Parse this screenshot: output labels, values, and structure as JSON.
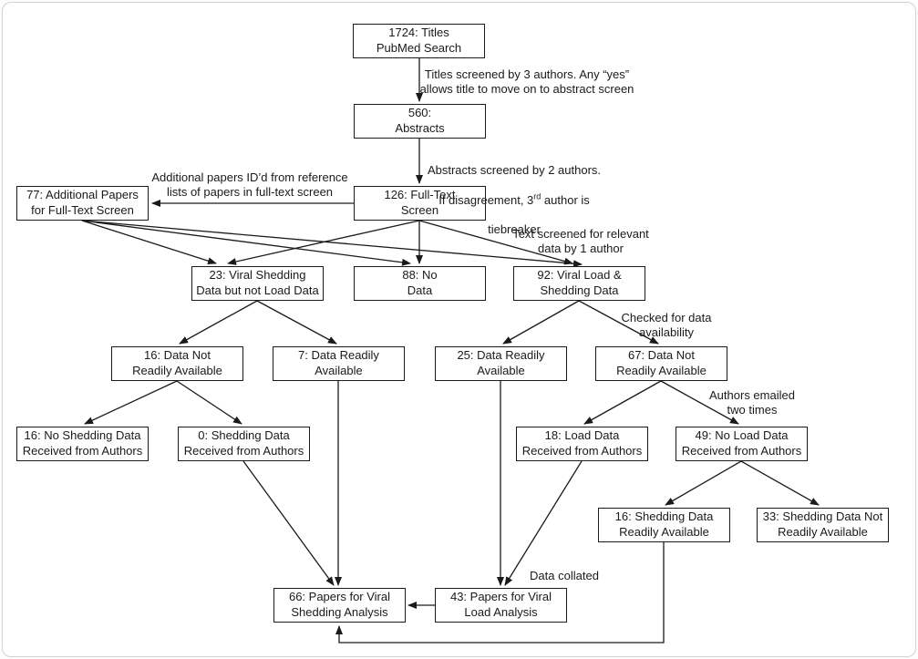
{
  "nodes": [
    {
      "id": "titles-1724",
      "label": "1724: Titles\nPubMed Search"
    },
    {
      "id": "abstracts-560",
      "label": "560:\nAbstracts"
    },
    {
      "id": "full-text-screen-126",
      "label": "126: Full-Text\nScreen"
    },
    {
      "id": "additional-papers-77",
      "label": "77: Additional Papers\nfor Full-Text Screen"
    },
    {
      "id": "shedding-not-load-23",
      "label": "23: Viral Shedding\nData but not Load Data"
    },
    {
      "id": "no-data-88",
      "label": "88: No\nData"
    },
    {
      "id": "load-and-shedding-92",
      "label": "92: Viral Load &\nShedding Data"
    },
    {
      "id": "data-not-ready-16",
      "label": "16: Data Not\nReadily Available"
    },
    {
      "id": "data-ready-7",
      "label": "7: Data Readily\nAvailable"
    },
    {
      "id": "data-ready-25",
      "label": "25: Data Readily\nAvailable"
    },
    {
      "id": "data-not-ready-67",
      "label": "67: Data Not\nReadily Available"
    },
    {
      "id": "no-shedding-received-16",
      "label": "16: No Shedding Data\nReceived from Authors"
    },
    {
      "id": "shedding-received-0",
      "label": "0: Shedding Data\nReceived from Authors"
    },
    {
      "id": "load-received-18",
      "label": "18: Load Data\nReceived from Authors"
    },
    {
      "id": "no-load-received-49",
      "label": "49: No Load Data\nReceived from Authors"
    },
    {
      "id": "shedding-ready-16",
      "label": "16: Shedding Data\nReadily Available"
    },
    {
      "id": "shedding-not-ready-33",
      "label": "33: Shedding Data Not\nReadily Available"
    },
    {
      "id": "shedding-analysis-66",
      "label": "66: Papers for Viral\nShedding Analysis"
    },
    {
      "id": "load-analysis-43",
      "label": "43: Papers for Viral\nLoad Analysis"
    }
  ],
  "annotations": {
    "titles_screen": "Titles screened by 3 authors. Any “yes”\nallows title to move on to abstract screen",
    "abstracts_line1": "Abstracts screened by 2 authors.",
    "abstracts_line2_pre": "If disagreement, 3",
    "abstracts_sup": "rd",
    "abstracts_line2_post": " author is",
    "abstracts_line3": "tiebreaker",
    "additional_papers": "Additional papers ID’d from reference\nlists of papers in full-text screen",
    "text_screened": "Text screened for relevant\ndata by 1 author",
    "checked_availability": "Checked for data\navailability",
    "authors_emailed": "Authors emailed\ntwo times",
    "data_collated": "Data collated"
  },
  "colors": {
    "line": "#1a1a1a",
    "box_border": "#1a1a1a",
    "box_fill": "#ffffff",
    "background": "#ffffff",
    "frame_border": "#d2d2d2"
  }
}
